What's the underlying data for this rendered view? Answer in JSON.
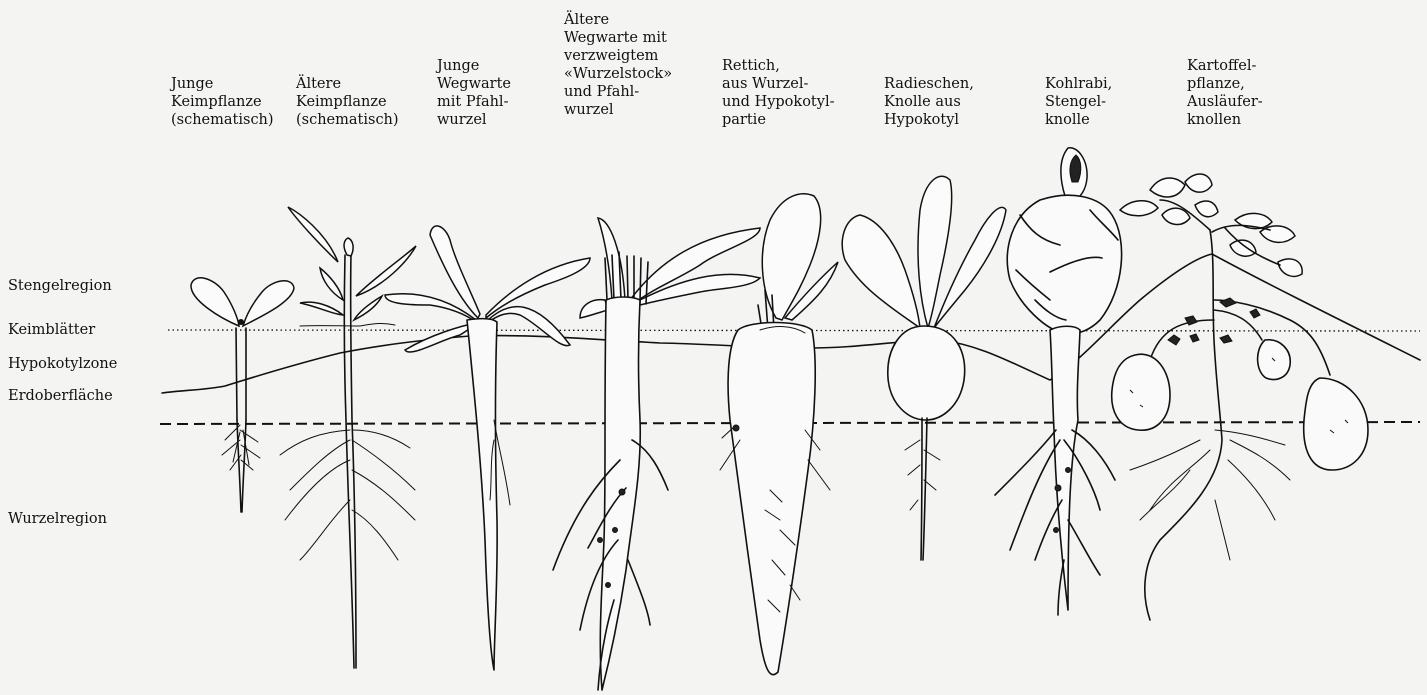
{
  "columns": [
    {
      "id": "c1",
      "label": "Junge\nKeimpflanze\n(schematisch)"
    },
    {
      "id": "c2",
      "label": "Ältere\nKeimpflanze\n(schematisch)"
    },
    {
      "id": "c3",
      "label": "Junge\nWegwarte\nmit Pfahl-\nwurzel"
    },
    {
      "id": "c4",
      "label": "Ältere\nWegwarte mit\nverzweigtem\n«Wurzelstock»\nund Pfahl-\nwurzel"
    },
    {
      "id": "c5",
      "label": "Rettich,\naus Wurzel-\nund Hypokotyl-\npartie"
    },
    {
      "id": "c6",
      "label": "Radieschen,\nKnolle aus\nHypokotyl"
    },
    {
      "id": "c7",
      "label": "Kohlrabi,\nStengel-\nknolle"
    },
    {
      "id": "c8",
      "label": "Kartoffel-\npflanze,\nAusläufer-\nknollen"
    }
  ],
  "regions": {
    "stengelregion": "Stengelregion",
    "keimblaetter": "Keimblätter",
    "hypokotylzone": "Hypokotylzone",
    "erdoberflaeche": "Erdoberfläche",
    "wurzelregion": "Wurzelregion"
  }
}
